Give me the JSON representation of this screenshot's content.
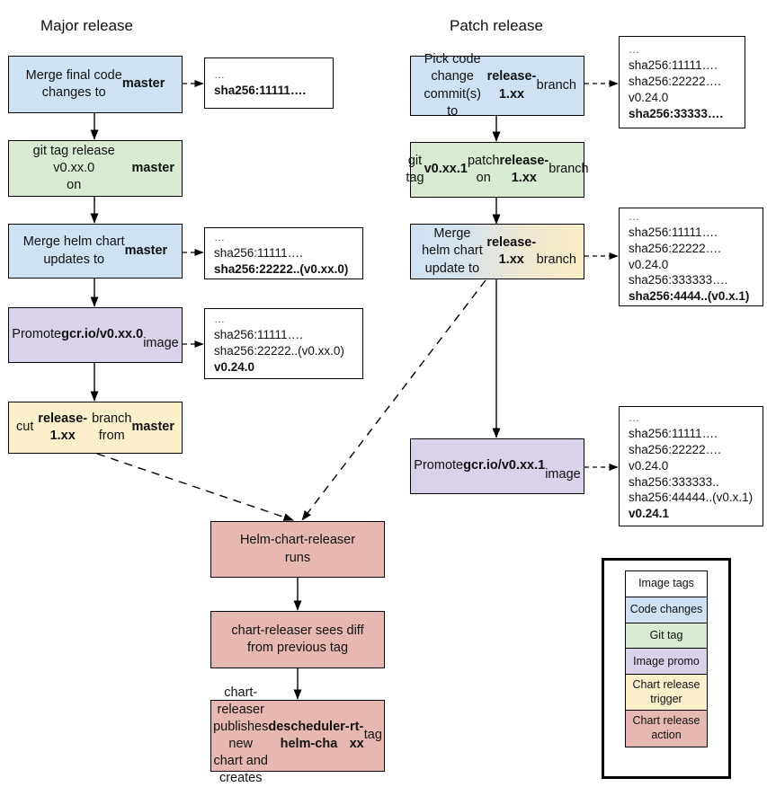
{
  "titles": {
    "major": "Major release",
    "patch": "Patch release"
  },
  "major_column": [
    {
      "id": "merge-final-code",
      "kind": "code-changes",
      "html": "Merge final code<br>changes to <b>master</b>"
    },
    {
      "id": "git-tag-release",
      "kind": "git-tag",
      "html": "git tag release v0.xx.0<br>on <b>master</b>"
    },
    {
      "id": "merge-helm-chart-master",
      "kind": "code-changes",
      "html": "Merge helm chart<br>updates to <b>master</b>"
    },
    {
      "id": "promote-image-major",
      "kind": "image-promo",
      "html": "Promote <b>gcr.io/v0.xx.0</b><br>image"
    },
    {
      "id": "cut-release-branch",
      "kind": "chart-release-trigger",
      "html": "cut <b>release-1.xx</b> branch<br>from <b>master</b>"
    }
  ],
  "patch_column": [
    {
      "id": "pick-code-change",
      "kind": "code-changes",
      "html": "Pick code change<br>commit(s) to<br><b>release-1.xx</b> branch"
    },
    {
      "id": "git-tag-patch",
      "kind": "git-tag",
      "html": "git tag <b>v0.xx.1</b> patch on<br><b>release-1.xx</b> branch"
    },
    {
      "id": "merge-helm-chart-release-branch",
      "kind": "code-changes-and-trigger",
      "html": "Merge helm chart<br>update to <b>release-1.xx</b><br>branch"
    },
    {
      "id": "promote-image-patch",
      "kind": "image-promo",
      "html": "Promote <b>gcr.io/v0.xx.1</b><br>image"
    }
  ],
  "center_column": [
    {
      "id": "helm-chart-releaser-runs",
      "kind": "chart-release-action",
      "html": "Helm-chart-releaser<br>runs"
    },
    {
      "id": "chart-releaser-sees-diff",
      "kind": "chart-release-action",
      "html": "chart-releaser sees diff<br>from previous tag"
    },
    {
      "id": "chart-releaser-publishes",
      "kind": "chart-release-action",
      "html": "chart-releaser publishes<br>new chart and creates<br><b>descheduler-helm-cha</b><br><b>rt-xx</b> tag"
    }
  ],
  "tag_boxes": [
    {
      "id": "tags-after-merge-final-code",
      "lines": [
        {
          "text": "…",
          "bold": false,
          "dots": true
        },
        {
          "text": "sha256:11111….",
          "bold": true,
          "dots": false
        }
      ]
    },
    {
      "id": "tags-after-merge-helm-chart-master",
      "lines": [
        {
          "text": "…",
          "bold": false,
          "dots": true
        },
        {
          "text": "sha256:11111….",
          "bold": false,
          "dots": false
        },
        {
          "text": "sha256:22222..(v0.xx.0)",
          "bold": true,
          "dots": false
        }
      ]
    },
    {
      "id": "tags-after-promote-image-major",
      "lines": [
        {
          "text": "…",
          "bold": false,
          "dots": true
        },
        {
          "text": "sha256:11111….",
          "bold": false,
          "dots": false
        },
        {
          "text": "sha256:22222..(v0.xx.0)",
          "bold": false,
          "dots": false
        },
        {
          "text": "v0.24.0",
          "bold": true,
          "dots": false
        }
      ]
    },
    {
      "id": "tags-after-pick-code-change",
      "lines": [
        {
          "text": "…",
          "bold": false,
          "dots": true
        },
        {
          "text": "sha256:11111….",
          "bold": false,
          "dots": false
        },
        {
          "text": "sha256:22222….",
          "bold": false,
          "dots": false
        },
        {
          "text": "v0.24.0",
          "bold": false,
          "dots": false
        },
        {
          "text": "sha256:33333….",
          "bold": true,
          "dots": false
        }
      ]
    },
    {
      "id": "tags-after-merge-helm-chart-release-branch",
      "lines": [
        {
          "text": "…",
          "bold": false,
          "dots": true
        },
        {
          "text": "sha256:11111….",
          "bold": false,
          "dots": false
        },
        {
          "text": "sha256:22222….",
          "bold": false,
          "dots": false
        },
        {
          "text": "v0.24.0",
          "bold": false,
          "dots": false
        },
        {
          "text": "sha256:333333….",
          "bold": false,
          "dots": false
        },
        {
          "text": "sha256:4444..(v0.x.1)",
          "bold": true,
          "dots": false
        }
      ]
    },
    {
      "id": "tags-after-promote-image-patch",
      "lines": [
        {
          "text": "…",
          "bold": false,
          "dots": true
        },
        {
          "text": "sha256:11111….",
          "bold": false,
          "dots": false
        },
        {
          "text": "sha256:22222….",
          "bold": false,
          "dots": false
        },
        {
          "text": "v0.24.0",
          "bold": false,
          "dots": false
        },
        {
          "text": "sha256:333333..",
          "bold": false,
          "dots": false
        },
        {
          "text": "sha256:44444..(v0.x.1)",
          "bold": false,
          "dots": false
        },
        {
          "text": "v0.24.1",
          "bold": true,
          "dots": false
        }
      ]
    }
  ],
  "legend": {
    "items": [
      {
        "label": "Image tags",
        "kind": "image-tags"
      },
      {
        "label": "Code changes",
        "kind": "code-changes"
      },
      {
        "label": "Git tag",
        "kind": "git-tag"
      },
      {
        "label": "Image promo",
        "kind": "image-promo"
      },
      {
        "label": "Chart release trigger",
        "kind": "chart-release-trigger"
      },
      {
        "label": "Chart release action",
        "kind": "chart-release-action"
      }
    ]
  },
  "colors": {
    "code_changes": "#cfe2f3",
    "git_tag": "#d9ead3",
    "image_promo": "#d9d2e9",
    "chart_release_trigger": "#fcf0cb",
    "chart_release_action": "#e6b8b1",
    "image_tags": "#ffffff",
    "stroke": "#000000"
  }
}
